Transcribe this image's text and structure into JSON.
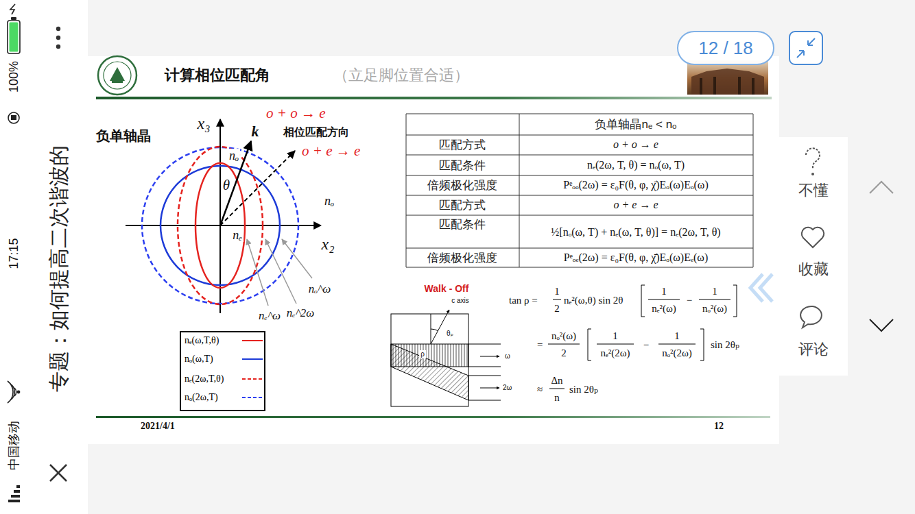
{
  "diagram": {
    "title": "计算相位匹配角",
    "nodes": [
      {
        "text": [
          "12 / 18"
        ]
      },
      {
        "text": [
          "不懂",
          "收藏",
          "评论"
        ]
      }
    ],
    "labels": [
      "中国移动",
      "17:15",
      "100%",
      "专题：如何提高二次谐波的",
      "（立足脚位置合适）",
      "负单轴晶",
      "x₃",
      "k",
      "o + o → e",
      "相位匹配方向",
      "o + e → e",
      "nₒ",
      "θ",
      "nₒ",
      "nₑ",
      "x₂",
      "nₒ^ω",
      "nₑ^ω",
      "nₑ^2ω",
      "负单轴晶nₑ < nₒ",
      "匹配方式",
      "o + o → e",
      "匹配条件",
      "nₑ(2ω, T, θ) = nₒ(ω, T)",
      "倍频极化强度",
      "Pᵉₒₒ(2ω) = ε₀F(θ, φ, χ̄)Eₒ(ω)Eₒ(ω)",
      "匹配方式",
      "o + e → e",
      "匹配条件",
      "½[nₒ(ω, T) + nₑ(ω, T, θ)] = nₑ(2ω, T, θ)",
      "倍频极化强度",
      "Pᵉₒₑ(2ω) = ε₀F(θ, φ, χ̄)Eₒ(ω)Eₑ(ω)",
      "Walk - Off",
      "c axis",
      "θₚ",
      "ρ",
      "ω",
      "2ω",
      "tan ρ =",
      "1",
      "2",
      "nₑ²(ω,θ) sin 2θ",
      "1",
      "nₑ²(ω)",
      "−",
      "1",
      "nₒ²(ω)",
      "=",
      "nₒ²(ω)",
      "2",
      "1",
      "nₑ²(2ω)",
      "−",
      "1",
      "nₒ²(2ω)",
      "sin 2θₚ",
      "≈",
      "Δn",
      "n",
      "sin 2θₚ",
      "2021/4/1",
      "12"
    ],
    "legend": [
      {
        "text": "nₑ(ω,T,θ)"
      },
      {
        "text": "nₒ(ω,T)"
      },
      {
        "text": "nₑ(2ω,T,θ)"
      },
      {
        "text": "nₒ(2ω,T)"
      }
    ]
  }
}
